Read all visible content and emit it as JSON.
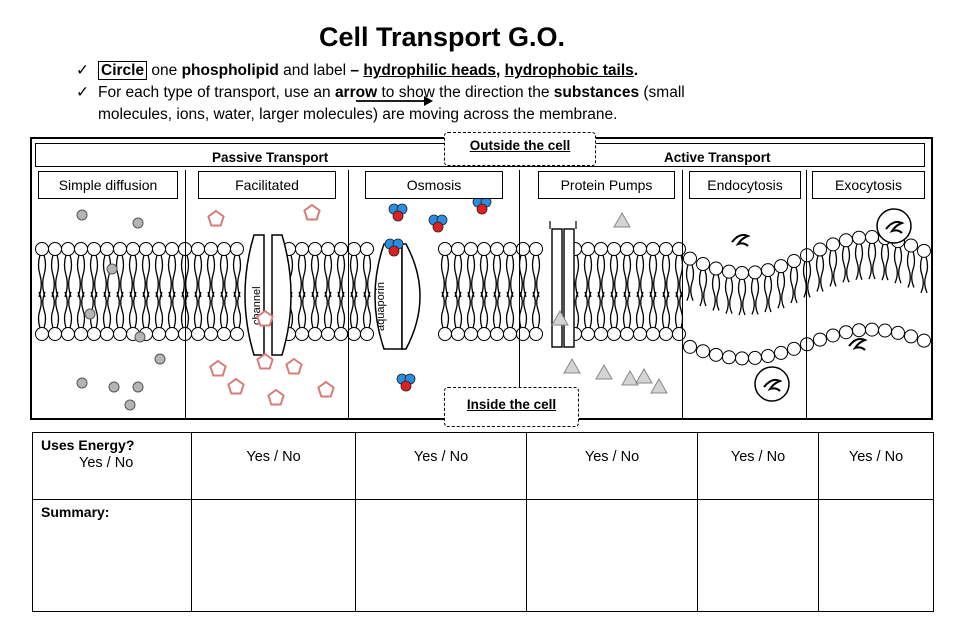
{
  "title": "Cell Transport G.O.",
  "instructions": {
    "check": "✓",
    "line1": {
      "boxed": "Circle",
      "t1": " one ",
      "b1": "phospholipid",
      "t2": " and label  ",
      "dash": "– ",
      "u1": "hydrophilic heads",
      "comma": ", ",
      "u2": "hydrophobic tails",
      "dot": "."
    },
    "line2": {
      "t1": "For each type of transport, use an ",
      "b1": "arrow",
      "t2": " to show the direction the ",
      "b2": "substances",
      "t3": " (small"
    },
    "line3": "molecules, ions, water, larger molecules) are moving across the membrane."
  },
  "diagram": {
    "outside_label": "Outside the cell",
    "inside_label": "Inside the cell",
    "passive_header": "Passive Transport",
    "active_header": "Active Transport",
    "columns": [
      "Simple diffusion",
      "Facilitated",
      "Osmosis",
      "Protein Pumps",
      "Endocytosis",
      "Exocytosis"
    ],
    "channel_label": "channel",
    "aquaporin_label": "aquaporin",
    "icons": [
      "gray-ball-icon",
      "pentagon-molecule-icon",
      "water-molecule-icon",
      "triangle-molecule-icon",
      "vesicle-icon"
    ],
    "colors": {
      "pentagon_outline": "#d87b7b",
      "water_red": "#e02020",
      "water_blue": "#2a8ee0",
      "gray": "#b5b5b5"
    }
  },
  "answers": {
    "uses_energy_label": "Uses Energy?",
    "summary_label": "Summary:",
    "yes_no": [
      "Yes / No",
      "Yes / No",
      "Yes / No",
      "Yes / No",
      "Yes / No",
      "Yes / No"
    ]
  }
}
